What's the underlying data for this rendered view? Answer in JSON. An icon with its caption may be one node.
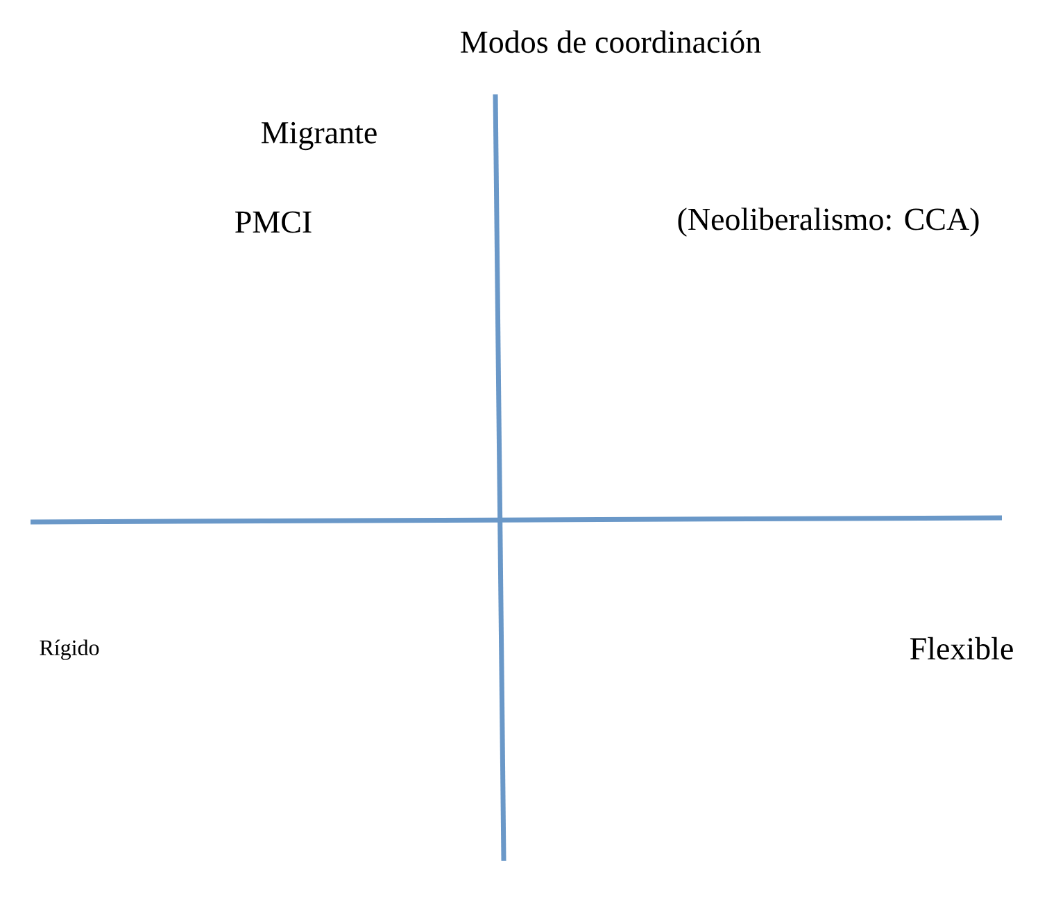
{
  "diagram": {
    "title": "Modos de coordinación",
    "labels": [
      "Migrante",
      "PMCI",
      "(Neoliberalismo: CCA)",
      "Rígido",
      "Flexible"
    ]
  }
}
